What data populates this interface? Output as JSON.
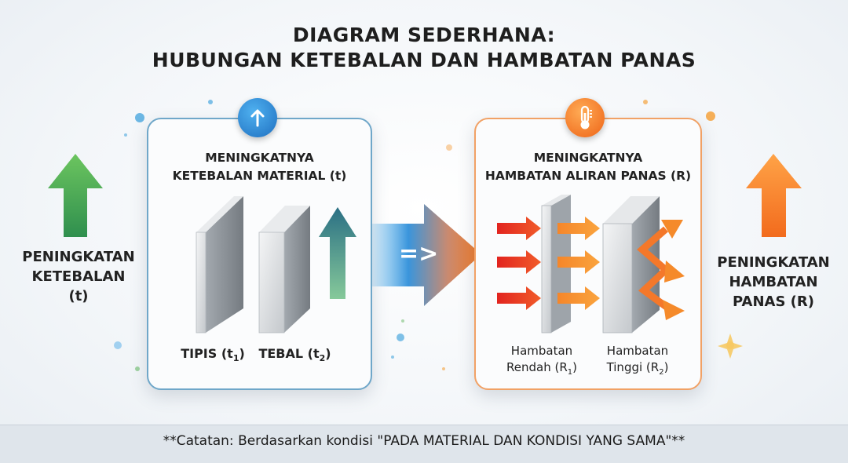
{
  "title_line1": "DIAGRAM SEDERHANA:",
  "title_line2": "HUBUNGAN KETEBALAN DAN HAMBATAN PANAS",
  "left_side": {
    "line1": "PENINGKATAN",
    "line2": "KETEBALAN",
    "line3": "(t)"
  },
  "right_side": {
    "line1": "PENINGKATAN",
    "line2": "HAMBATAN",
    "line3": "PANAS (R)"
  },
  "left_panel": {
    "title_line1": "MENINGKATNYA",
    "title_line2": "KETEBALAN MATERIAL (t)",
    "thin_label": "TIPIS (t",
    "thin_sub": "1",
    "thick_label": "TEBAL (t",
    "thick_sub": "2",
    "close_paren": ")"
  },
  "right_panel": {
    "title_line1": "MENINGKATNYA",
    "title_line2": "HAMBATAN ALIRAN PANAS (R)",
    "low_line1": "Hambatan",
    "low_line2": "Rendah (R",
    "low_sub": "1",
    "high_line1": "Hambatan",
    "high_line2": "Tinggi (R",
    "high_sub": "2",
    "close_paren": ")"
  },
  "center_arrow_symbol": "=>",
  "footer_note": "**Catatan: Berdasarkan kondisi \"PADA MATERIAL DAN KONDISI YANG SAMA\"**",
  "colors": {
    "green": "#3aa65a",
    "blue": "#2f86d6",
    "orange": "#f07a22",
    "red": "#e23b2e"
  },
  "icons": {
    "left_badge": "up-arrow-icon",
    "right_badge": "thermometer-icon"
  }
}
